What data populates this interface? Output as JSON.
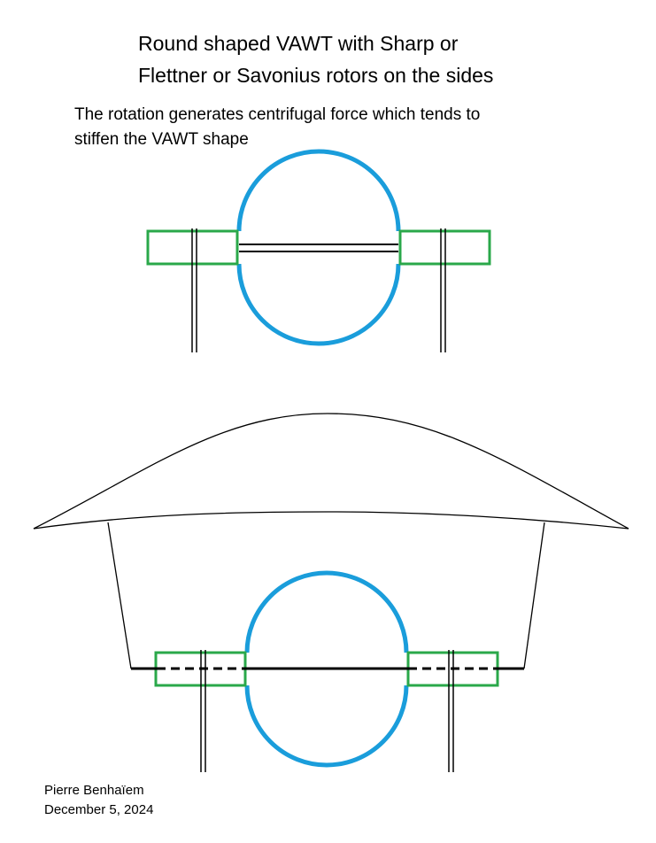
{
  "title": {
    "line1": "Round shaped VAWT with Sharp or",
    "line2": "Flettner or Savonius rotors on the sides"
  },
  "subtitle": {
    "line1": "The rotation generates centrifugal force which tends to",
    "line2": "stiffen the VAWT shape"
  },
  "credit": {
    "author": "Pierre Benhaïem",
    "date": "December 5, 2024"
  },
  "colors": {
    "ring": "#1a9ddb",
    "rotor": "#2aa84a",
    "line": "#000000",
    "background": "#ffffff"
  }
}
